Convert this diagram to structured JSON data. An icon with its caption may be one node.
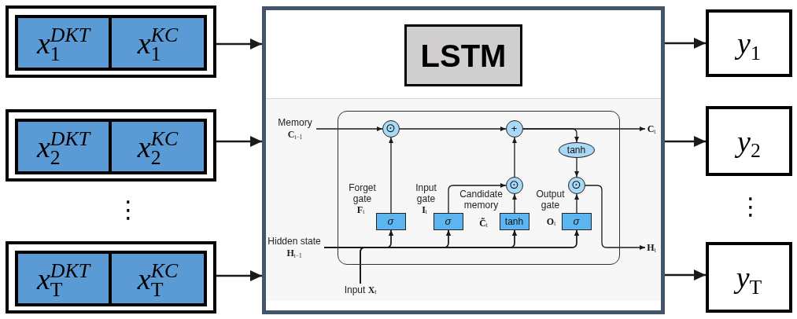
{
  "diagram": {
    "nodes": [
      {
        "text": [],
        "shape": "box"
      },
      {
        "text": [
          "x$_{1}$$^{DKT}$"
        ],
        "in": 0
      },
      {
        "text": [
          "x$_{1}$$^{KC}$"
        ],
        "in": 0
      },
      {
        "text": [],
        "shape": "box"
      },
      {
        "text": [
          "x$_{2}$$^{DKT}$"
        ],
        "in": 3
      },
      {
        "text": [
          "x$_{2}$$^{KC}$"
        ],
        "in": 3
      },
      {
        "text": [],
        "shape": "box"
      },
      {
        "text": [
          "x$_{T}$$^{DKT}$"
        ],
        "in": 6
      },
      {
        "text": [
          "x$_{T}$$^{KC}$"
        ],
        "in": 6
      },
      {
        "text": [],
        "shape": "box"
      },
      {
        "text": [
          "LSTM"
        ],
        "in": 9
      },
      {
        "text": [
          "Memory",
          "C$_{t−1}$"
        ],
        "in": 9
      },
      {
        "text": [],
        "shape": "box",
        "in": 9
      },
      {
        "text": [
          "⊙"
        ],
        "in": 12
      },
      {
        "text": [
          "+"
        ],
        "in": 12
      },
      {
        "text": [
          "tanh"
        ],
        "in": 12
      },
      {
        "text": [
          "⊙"
        ],
        "in": 12
      },
      {
        "text": [
          "⊙"
        ],
        "in": 12
      },
      {
        "text": [
          "σ"
        ],
        "in": 12,
        "beside": [
          "Forget gate",
          "F$_{t}$"
        ]
      },
      {
        "text": [
          "σ"
        ],
        "in": 12,
        "beside": [
          "Input gate",
          "I$_{t}$"
        ]
      },
      {
        "text": [
          "tanh"
        ],
        "in": 12,
        "beside": [
          "Candidate memory",
          "C̃$_{t}$"
        ]
      },
      {
        "text": [
          "σ"
        ],
        "in": 12,
        "beside": [
          "Output gate",
          "O$_{t}$"
        ]
      },
      {
        "text": [
          "C$_{t}$"
        ],
        "in": 9
      },
      {
        "text": [
          "Hidden state",
          "H$_{t−1}$"
        ],
        "in": 9
      },
      {
        "text": [
          "H$_{t}$"
        ],
        "in": 9
      },
      {
        "text": [
          "Input **X**$_{t}$"
        ],
        "in": 9
      },
      {
        "text": [
          "y$_{1}$"
        ]
      },
      {
        "text": [
          "y$_{2}$"
        ]
      },
      {
        "text": [
          "y$_{T}$"
        ]
      }
    ],
    "edges": [
      {
        "from": 0,
        "to": 9,
        "arrow": "to"
      },
      {
        "from": 3,
        "to": 9,
        "arrow": "to"
      },
      {
        "from": 6,
        "to": 9,
        "arrow": "to"
      },
      {
        "from": 11,
        "to": 13,
        "arrow": "to"
      },
      {
        "from": 18,
        "to": 13,
        "arrow": "to"
      },
      {
        "from": 13,
        "to": 14,
        "arrow": "to"
      },
      {
        "from": 19,
        "to": 16,
        "arrow": "to"
      },
      {
        "from": 20,
        "to": 16,
        "arrow": "to"
      },
      {
        "from": 16,
        "to": 14,
        "arrow": "to"
      },
      {
        "from": 14,
        "to": 22,
        "arrow": "to"
      },
      {
        "from": 14,
        "to": 15,
        "arrow": "to"
      },
      {
        "from": 15,
        "to": 17,
        "arrow": "to"
      },
      {
        "from": 21,
        "to": 17,
        "arrow": "to"
      },
      {
        "from": 17,
        "to": 24,
        "arrow": "to"
      },
      {
        "from": 23,
        "to": 18,
        "arrow": "to"
      },
      {
        "from": 23,
        "to": 19,
        "arrow": "to"
      },
      {
        "from": 23,
        "to": 20,
        "arrow": "to"
      },
      {
        "from": 23,
        "to": 21,
        "arrow": "to"
      },
      {
        "from": 25,
        "to": 18,
        "arrow": "to"
      },
      {
        "from": 25,
        "to": 19,
        "arrow": "to"
      },
      {
        "from": 25,
        "to": 20,
        "arrow": "to"
      },
      {
        "from": 25,
        "to": 21,
        "arrow": "to"
      },
      {
        "from": 9,
        "to": 26,
        "arrow": "to"
      },
      {
        "from": 9,
        "to": 27,
        "arrow": "to"
      },
      {
        "from": 9,
        "to": 28,
        "arrow": "to"
      }
    ],
    "labels": [
      "⋮",
      "⋮"
    ]
  }
}
